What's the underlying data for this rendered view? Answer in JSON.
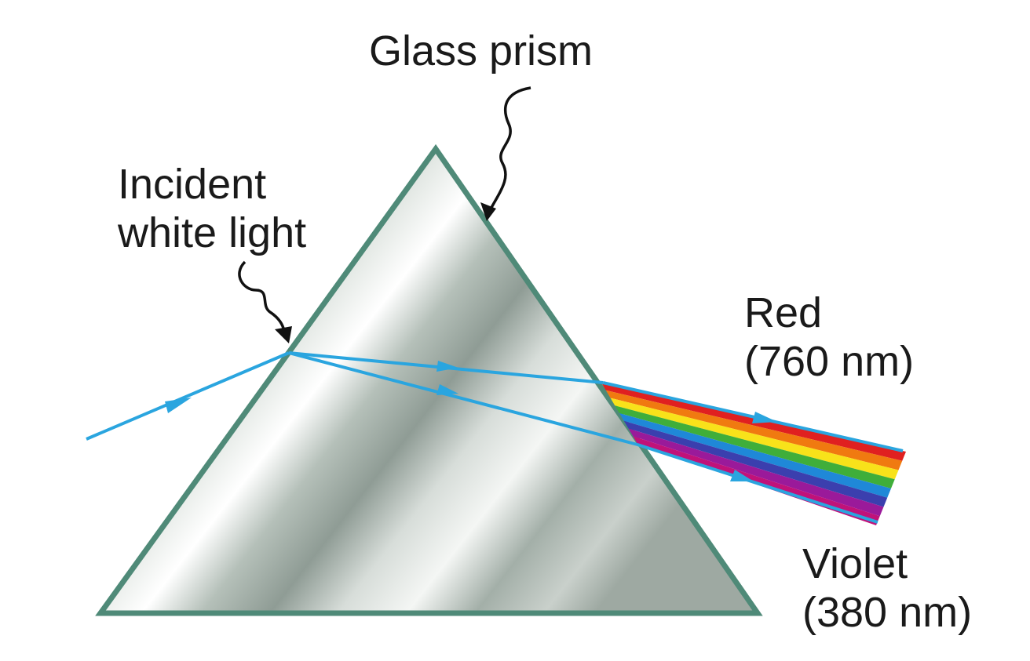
{
  "labels": {
    "glass_prism": "Glass prism",
    "incident_line1": "Incident",
    "incident_line2": "white light",
    "red_line1": "Red",
    "red_line2": "(760 nm)",
    "violet_line1": "Violet",
    "violet_line2": "(380 nm)"
  },
  "colors": {
    "prism_edge": "#4f8a78",
    "ray": "#2aa5df",
    "pointer": "#111111",
    "spectrum": [
      "#e02020",
      "#f07a10",
      "#f8e21a",
      "#3fae3a",
      "#1f88d8",
      "#3b3fae",
      "#9a1a9a",
      "#c0127a"
    ]
  }
}
